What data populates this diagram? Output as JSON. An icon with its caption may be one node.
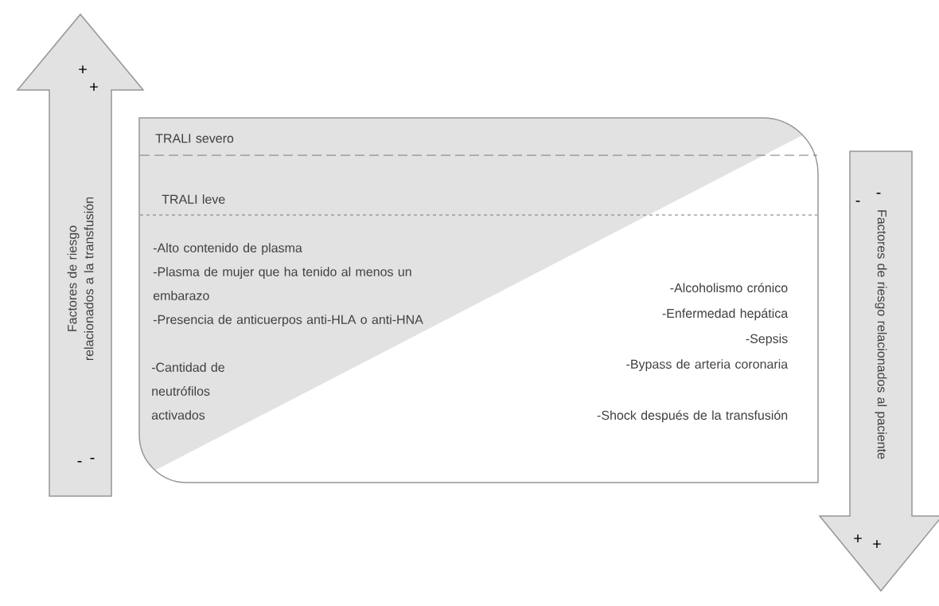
{
  "diagram": {
    "nodes": [
      {
        "text": [
          "Factores de riesgo relacionados a la transfusión"
        ]
      },
      {
        "text": [
          "TRALI severo",
          "TRALI leve",
          "-Alto contenido de plasma",
          "-Plasma de mujer que ha tenido al menos un embarazo",
          "-Presencia de anticuerpos anti-HLA o anti-HNA",
          "-Cantidad de neutrófilos activados",
          "-Alcoholismo crónico",
          "-Enfermedad hepática",
          "-Sepsis",
          "-Bypass de arteria coronaria",
          "-Shock después de la transfusión"
        ]
      },
      {
        "text": [
          "Factores de riesgo relacionados al paciente"
        ]
      }
    ],
    "edges": [],
    "labels": [
      "+",
      "+",
      "-",
      "-",
      "-",
      "-",
      "+",
      "+"
    ]
  }
}
